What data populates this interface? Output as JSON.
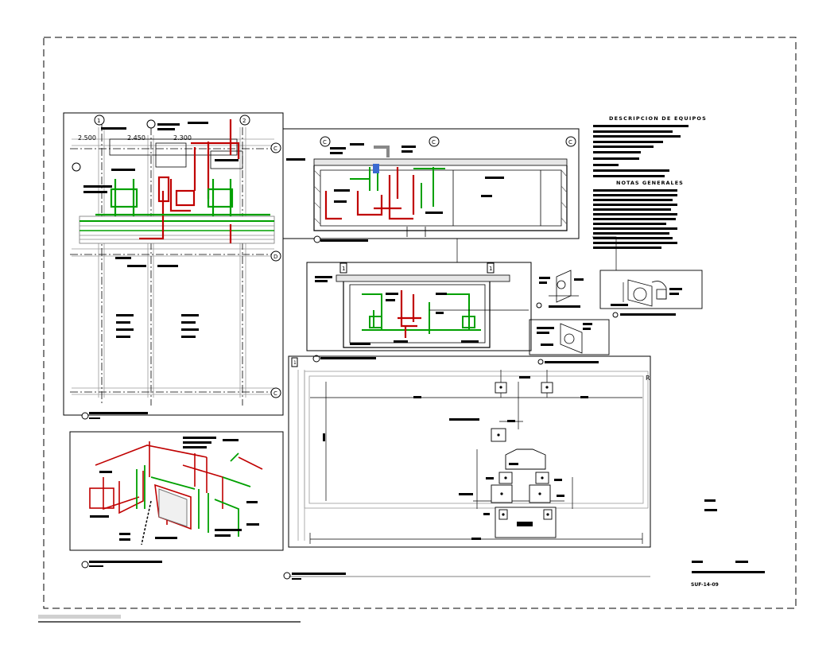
{
  "plan": {
    "dims": [
      "2.500",
      "2.450",
      "2.300"
    ]
  },
  "axes": {
    "plan": [
      "1",
      "2",
      "C",
      "D",
      "C"
    ],
    "section": [
      "C",
      "C",
      "C"
    ],
    "elevation": [
      "1",
      "1"
    ],
    "foundation": [
      "1"
    ]
  },
  "legend": {
    "equipment_title": "DESCRIPCION DE EQUIPOS",
    "notes_title": "NOTAS GENERALES"
  },
  "sheet": {
    "code": "SUF-14-09",
    "corner_mark": "R"
  },
  "colors": {
    "fire_pipe": "#c00000",
    "water_pipe": "#00a000",
    "linework": "#000000",
    "grid": "#9a9a9a"
  }
}
